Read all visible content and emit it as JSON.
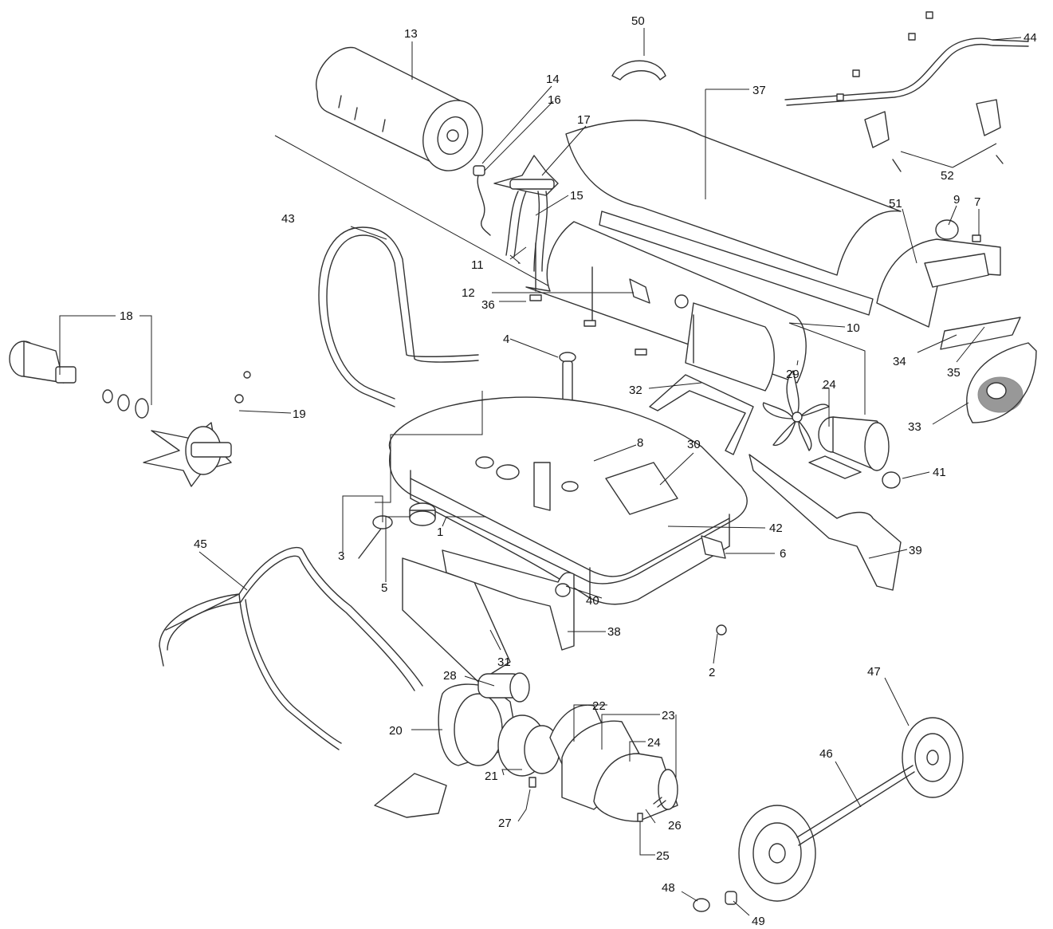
{
  "diagram": {
    "type": "exploded-parts-diagram",
    "callouts": [
      "1",
      "2",
      "3",
      "4",
      "5",
      "6",
      "7",
      "8",
      "9",
      "10",
      "11",
      "12",
      "13",
      "14",
      "15",
      "16",
      "17",
      "18",
      "19",
      "20",
      "21",
      "22",
      "23",
      "24",
      "24",
      "25",
      "26",
      "27",
      "28",
      "29",
      "30",
      "31",
      "32",
      "33",
      "34",
      "35",
      "36",
      "37",
      "38",
      "39",
      "40",
      "41",
      "42",
      "43",
      "44",
      "45",
      "46",
      "47",
      "48",
      "49",
      "50",
      "51",
      "52"
    ]
  }
}
